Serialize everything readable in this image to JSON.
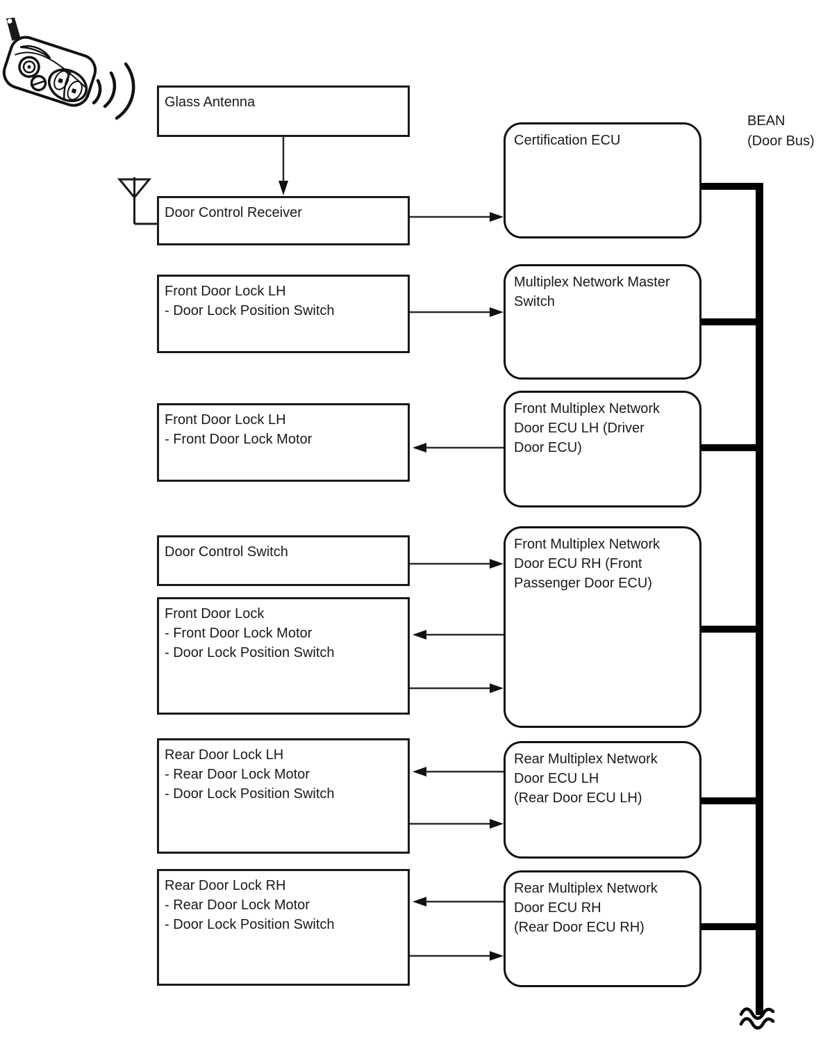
{
  "diagram": {
    "background": "#ffffff",
    "line_color": "#1a1a1a",
    "bus": {
      "label_line1": "BEAN",
      "label_line2": "(Door Bus)"
    },
    "left_boxes": [
      {
        "id": "glass-antenna",
        "lines": [
          "Glass Antenna"
        ]
      },
      {
        "id": "door-control-receiver",
        "lines": [
          "Door Control Receiver"
        ]
      },
      {
        "id": "front-door-lock-lh-position-switch",
        "lines": [
          "Front Door Lock LH",
          "- Door Lock Position Switch"
        ]
      },
      {
        "id": "front-door-lock-lh-motor",
        "lines": [
          "Front Door Lock LH",
          "- Front Door Lock Motor"
        ]
      },
      {
        "id": "door-control-switch",
        "lines": [
          "Door Control Switch"
        ]
      },
      {
        "id": "front-door-lock",
        "lines": [
          "Front Door Lock",
          "- Front Door Lock Motor",
          "- Door Lock Position Switch"
        ]
      },
      {
        "id": "rear-door-lock-lh",
        "lines": [
          "Rear Door Lock LH",
          "- Rear Door Lock Motor",
          "- Door Lock Position Switch"
        ]
      },
      {
        "id": "rear-door-lock-rh",
        "lines": [
          "Rear Door Lock RH",
          "- Rear Door Lock Motor",
          "- Door Lock Position Switch"
        ]
      }
    ],
    "right_boxes": [
      {
        "id": "certification-ecu",
        "lines": [
          "Certification ECU"
        ]
      },
      {
        "id": "multiplex-network-master-switch",
        "lines": [
          "Multiplex Network Master",
          "Switch"
        ]
      },
      {
        "id": "front-multiplex-network-door-ecu-lh",
        "lines": [
          "Front Multiplex Network",
          "Door ECU LH (Driver",
          "Door ECU)"
        ]
      },
      {
        "id": "front-multiplex-network-door-ecu-rh",
        "lines": [
          "Front Multiplex Network",
          "Door ECU RH (Front",
          "Passenger Door ECU)"
        ]
      },
      {
        "id": "rear-multiplex-network-door-ecu-lh",
        "lines": [
          "Rear Multiplex Network",
          "Door ECU LH",
          "(Rear Door ECU LH)"
        ]
      },
      {
        "id": "rear-multiplex-network-door-ecu-rh",
        "lines": [
          "Rear Multiplex Network",
          "Door ECU RH",
          "(Rear Door ECU RH)"
        ]
      }
    ],
    "icons": {
      "key_fob": "remote-key-fob",
      "signal_waves": "radio-signal-waves",
      "antenna": "receiver-antenna",
      "bus_break": "bus-line-break"
    }
  }
}
